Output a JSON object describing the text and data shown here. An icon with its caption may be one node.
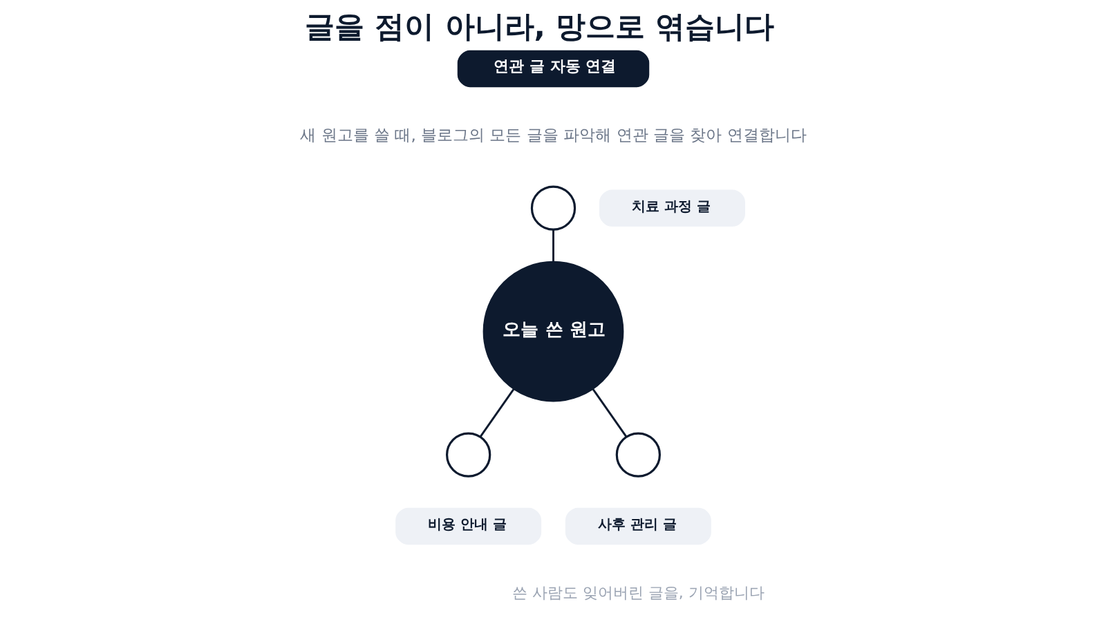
{
  "diagram": {
    "title": "글을 점이 아니라, 망으로 엮습니다",
    "nodes": [
      {
        "text": [
          "연관 글 자동 연결"
        ]
      },
      {
        "text": [],
        "shape": "circle"
      },
      {
        "text": [
          "치료 과정 글"
        ]
      },
      {
        "text": [
          "오늘 쓴 원고"
        ]
      },
      {
        "text": [],
        "shape": "circle"
      },
      {
        "text": [],
        "shape": "circle"
      },
      {
        "text": [
          "사후 관리 글"
        ]
      },
      {
        "text": [
          "비용 안내 글"
        ]
      }
    ],
    "edges": [
      {
        "from": 1,
        "to": 3,
        "arrow": "none"
      },
      {
        "from": 3,
        "to": 4,
        "arrow": "none"
      },
      {
        "from": 3,
        "to": 5,
        "arrow": "none"
      }
    ],
    "labels": [
      "새 원고를 쓸 때, 블로그의 모든 글을 파악해 연관 글을 찾아 연결합니다",
      "쓴 사람도 잊어버린 글을, 기억합니다"
    ]
  }
}
